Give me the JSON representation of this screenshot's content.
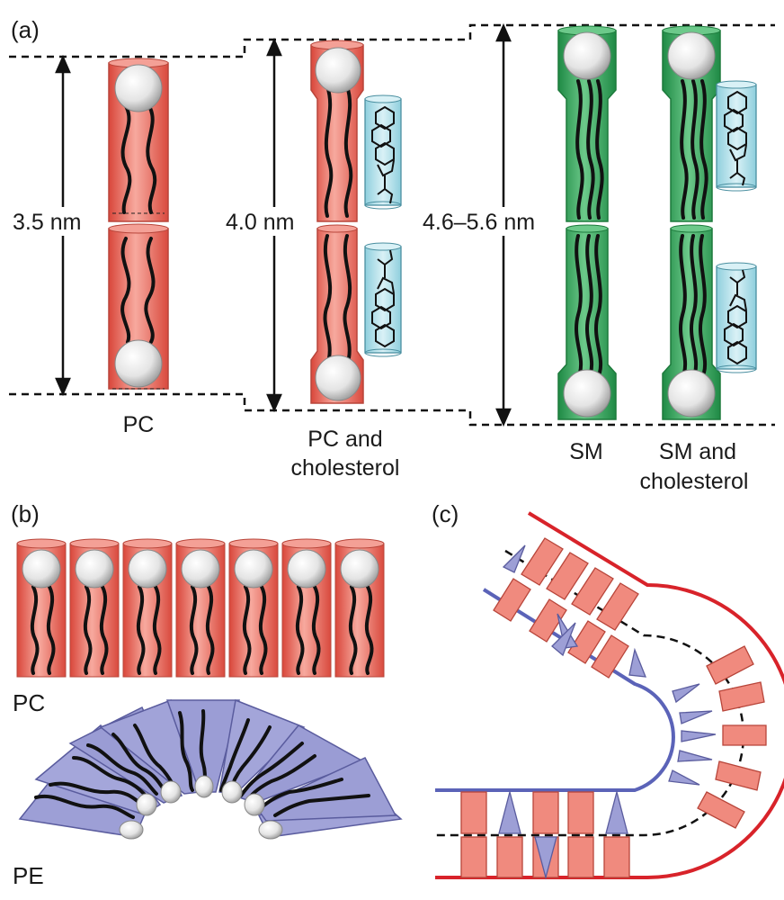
{
  "panel_a": {
    "label": "(a)",
    "measures": [
      "3.5 nm",
      "4.0 nm",
      "4.6–5.6 nm"
    ],
    "captions": {
      "pc": "PC",
      "pc_chol_1": "PC and",
      "pc_chol_2": "cholesterol",
      "sm": "SM",
      "sm_chol_1": "SM and",
      "sm_chol_2": "cholesterol"
    }
  },
  "panel_b": {
    "label": "(b)",
    "row_top": "PC",
    "row_bottom": "PE"
  },
  "panel_c": {
    "label": "(c)"
  },
  "colors": {
    "pc_fill": "#f08a7e",
    "pc_stroke": "#b8453a",
    "sm_fill": "#3fae63",
    "sm_stroke": "#1d7a3c",
    "chol_fill": "#bfe6ef",
    "chol_stroke": "#4a8fa0",
    "pe_fill": "#9d9fd6",
    "pe_stroke": "#5a5c9e",
    "outer_line": "#d8232a",
    "inner_line": "#5b63b8"
  }
}
